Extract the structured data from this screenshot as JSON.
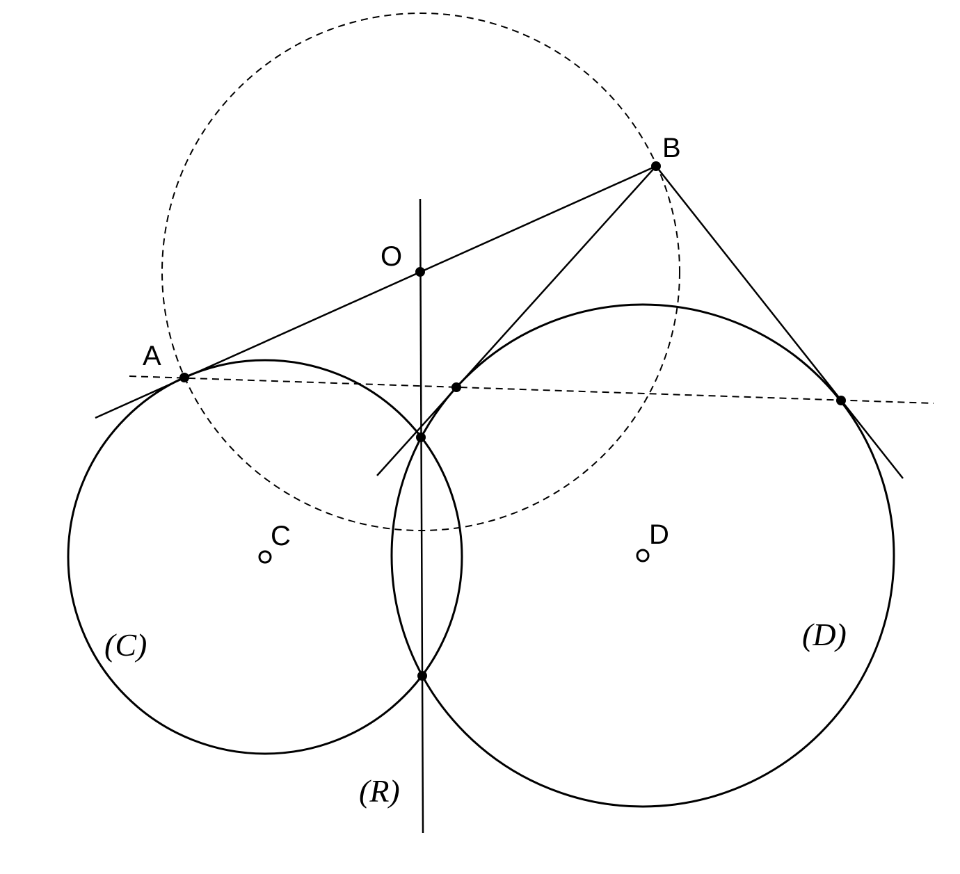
{
  "diagram": {
    "point_labels": {
      "A": "A",
      "B": "B",
      "O": "O",
      "C": "C",
      "D": "D"
    },
    "curve_labels": {
      "circle_C": "(C)",
      "circle_D": "(D)",
      "line_R": "(R)"
    },
    "colors": {
      "stroke": "#000000",
      "background": "#ffffff"
    }
  }
}
